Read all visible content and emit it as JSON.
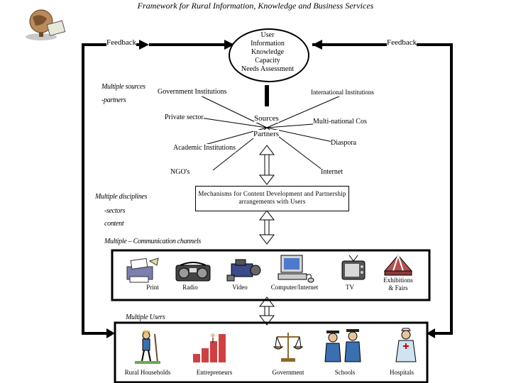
{
  "title": "Framework for Rural Information, Knowledge and Business Services",
  "top": {
    "feedback_left": "Feedback",
    "feedback_right": "Feedback",
    "needs_oval": [
      "User",
      "Information",
      "Knowledge",
      "Capacity",
      "Needs Assessment"
    ]
  },
  "sources_section": {
    "side_label_1": "Multiple sources",
    "side_label_2": "-partners",
    "government": "Government Institutions",
    "international": "International Institutions",
    "private": "Private sector",
    "sources": "Sources",
    "partners": "Partners",
    "multinational": "Multi-national Cos",
    "academic": "Academic Institutions",
    "diaspora": "Diaspora",
    "ngo": "NGO's",
    "internet": "Internet"
  },
  "mechanisms": {
    "side_label_1": "Multiple disciplines",
    "side_label_2": "-sectors",
    "side_label_3": "content",
    "text": "Mechanisms for Content Development and Partnership arrangements with Users"
  },
  "channels": {
    "heading": "Multiple – Communication channels",
    "items": [
      {
        "label": "Print",
        "icon": "printer-icon"
      },
      {
        "label": "Radio",
        "icon": "radio-icon"
      },
      {
        "label": "Video",
        "icon": "video-camera-icon"
      },
      {
        "label": "Computer/Internet",
        "icon": "computer-icon"
      },
      {
        "label": "TV",
        "icon": "tv-icon"
      },
      {
        "label": "Exhibitions & Fairs",
        "icon": "tent-icon"
      }
    ]
  },
  "users": {
    "heading": "Multiple Users",
    "items": [
      {
        "label": "Rural Households",
        "icon": "farmer-icon"
      },
      {
        "label": "Entrepreneurs",
        "icon": "growth-chart-icon"
      },
      {
        "label": "Government",
        "icon": "scales-icon"
      },
      {
        "label": "Schools",
        "icon": "graduates-icon"
      },
      {
        "label": "Hospitals",
        "icon": "nurse-icon"
      }
    ]
  },
  "colors": {
    "line": "#000000",
    "background": "#ffffff"
  }
}
